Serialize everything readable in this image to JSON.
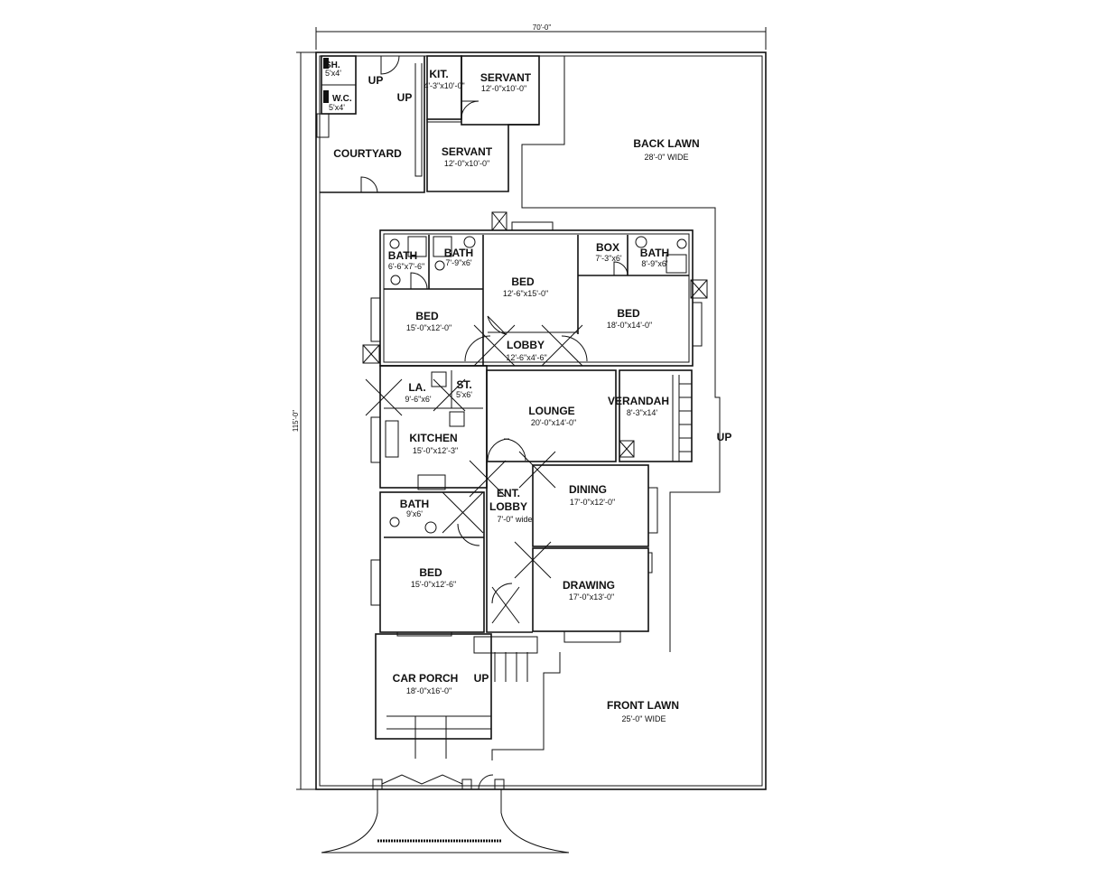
{
  "dimensions": {
    "width_label": "70'-0\"",
    "depth_label": "115'-0\""
  },
  "rooms": {
    "shower": {
      "name": "SH.",
      "size": "5'x4'"
    },
    "wc": {
      "name": "W.C.",
      "size": "5'x4'"
    },
    "up_1": "UP",
    "up_2": "UP",
    "servant_kitchen": {
      "name": "KIT.",
      "size": "4'-3\"x10'-0\""
    },
    "servant_1": {
      "name": "SERVANT",
      "size": "12'-0\"x10'-0\""
    },
    "servant_2": {
      "name": "SERVANT",
      "size": "12'-0\"x10'-0\""
    },
    "courtyard": {
      "name": "COURTYARD"
    },
    "back_lawn": {
      "name": "BACK LAWN",
      "size": "28'-0\" WIDE"
    },
    "bath_1": {
      "name": "BATH",
      "size": "6'-6\"x7'-6\""
    },
    "bath_2": {
      "name": "BATH",
      "size": "7'-9\"x6'"
    },
    "bed_1": {
      "name": "BED",
      "size": "12'-6\"x15'-0\""
    },
    "box": {
      "name": "BOX",
      "size": "7'-3\"x6'"
    },
    "bath_3": {
      "name": "BATH",
      "size": "8'-9\"x6'"
    },
    "bed_2": {
      "name": "BED",
      "size": "15'-0\"x12'-0\""
    },
    "bed_3": {
      "name": "BED",
      "size": "18'-0\"x14'-0\""
    },
    "lobby": {
      "name": "LOBBY",
      "size": "12'-6\"x4'-6\""
    },
    "laundry": {
      "name": "LA.",
      "size": "9'-6\"x6'"
    },
    "store": {
      "name": "ST.",
      "size": "5'x6'"
    },
    "lounge": {
      "name": "LOUNGE",
      "size": "20'-0\"x14'-0\""
    },
    "verandah": {
      "name": "VERANDAH",
      "size": "8'-3\"x14'"
    },
    "up_3": "UP",
    "kitchen": {
      "name": "KITCHEN",
      "size": "15'-0\"x12'-3\""
    },
    "ent_lobby": {
      "name_line1": "ENT.",
      "name_line2": "LOBBY",
      "size": "7'-0\" wide"
    },
    "dining": {
      "name": "DINING",
      "size": "17'-0\"x12'-0\""
    },
    "bath_4": {
      "name": "BATH",
      "size": "9'x6'"
    },
    "bed_4": {
      "name": "BED",
      "size": "15'-0\"x12'-6\""
    },
    "drawing": {
      "name": "DRAWING",
      "size": "17'-0\"x13'-0\""
    },
    "car_porch": {
      "name": "CAR PORCH",
      "size": "18'-0\"x16'-0\""
    },
    "up_4": "UP",
    "front_lawn": {
      "name": "FRONT LAWN",
      "size": "25'-0\" WIDE"
    }
  }
}
